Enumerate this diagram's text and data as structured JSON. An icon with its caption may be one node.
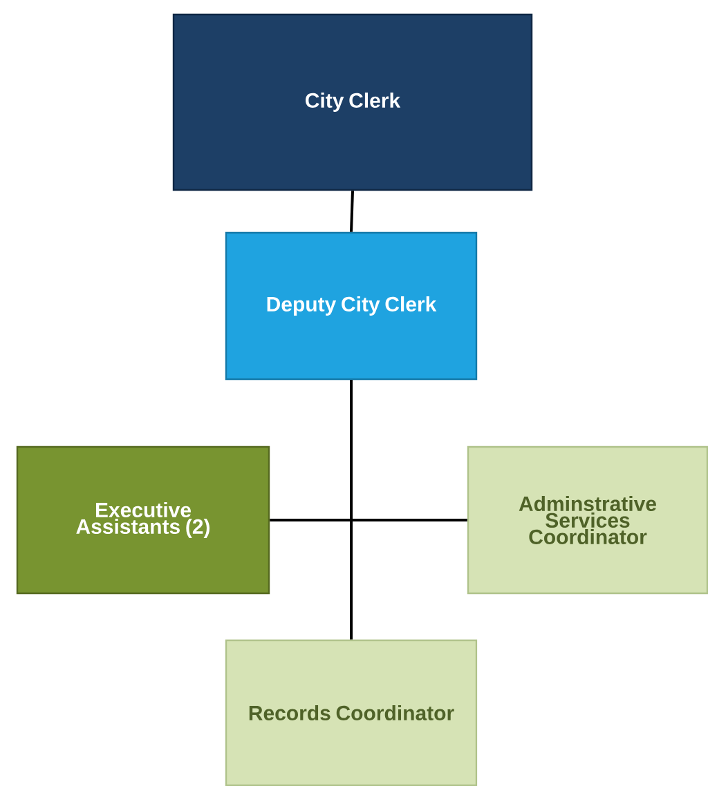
{
  "diagram": {
    "nodes": [
      {
        "text": [
          "City Clerk"
        ]
      },
      {
        "text": [
          "Deputy City Clerk"
        ]
      },
      {
        "text": [
          "Executive Assistants (2)"
        ]
      },
      {
        "text": [
          "Adminstrative Services Coordinator"
        ]
      },
      {
        "text": [
          "Records Coordinator"
        ]
      }
    ],
    "edges": [
      {
        "from": 0,
        "to": 1,
        "arrow": "none"
      },
      {
        "from": 1,
        "to": 2,
        "arrow": "none"
      },
      {
        "from": 1,
        "to": 3,
        "arrow": "none"
      },
      {
        "from": 1,
        "to": 4,
        "arrow": "none"
      }
    ]
  }
}
